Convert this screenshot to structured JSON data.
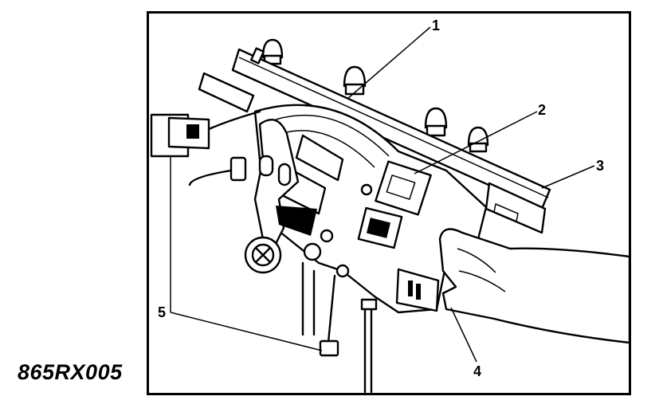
{
  "figure_code": "865RX005",
  "callouts": [
    "1",
    "2",
    "3",
    "4",
    "5"
  ]
}
